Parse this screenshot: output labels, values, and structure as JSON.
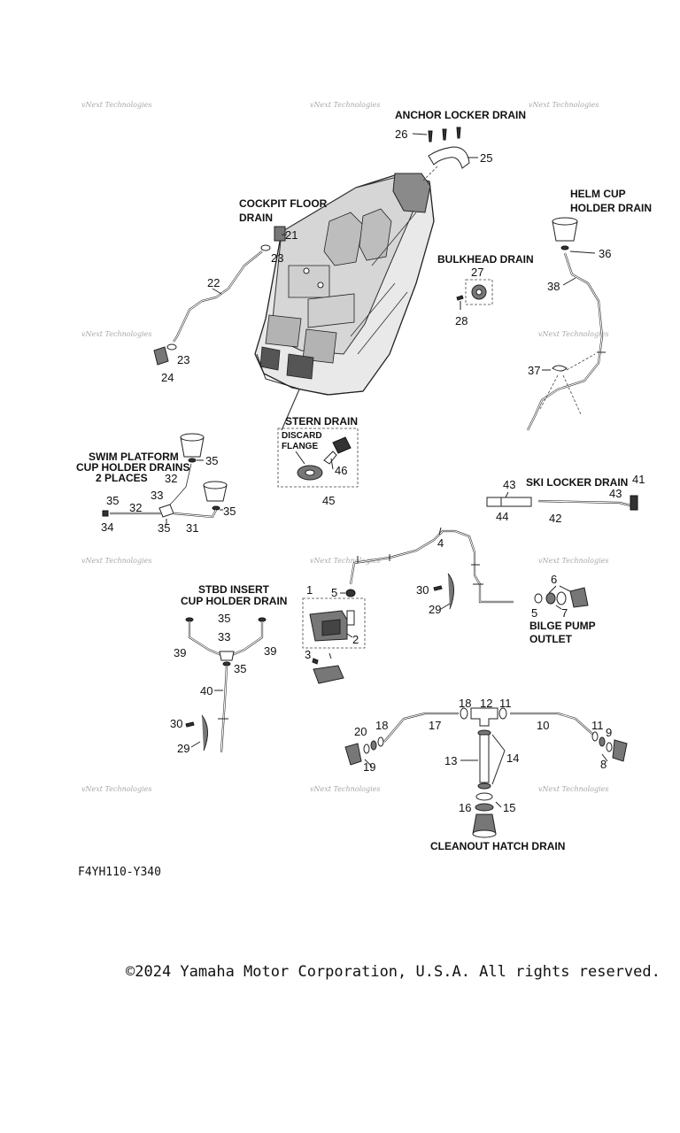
{
  "watermark": {
    "text": "vNext Technologies"
  },
  "sections": {
    "anchor_locker": "ANCHOR LOCKER DRAIN",
    "cockpit_floor_1": "COCKPIT FLOOR",
    "cockpit_floor_2": "DRAIN",
    "helm_cup_1": "HELM CUP",
    "helm_cup_2": "HOLDER DRAIN",
    "bulkhead": "BULKHEAD DRAIN",
    "stern": "STERN DRAIN",
    "discard_1": "DISCARD",
    "discard_2": "FLANGE",
    "swim_platform_1": "SWIM PLATFORM",
    "swim_platform_2": "CUP HOLDER DRAINS",
    "swim_platform_3": "2 PLACES",
    "ski_locker": "SKI LOCKER DRAIN",
    "stbd_insert_1": "STBD INSERT",
    "stbd_insert_2": "CUP HOLDER DRAIN",
    "bilge_pump_1": "BILGE PUMP",
    "bilge_pump_2": "OUTLET",
    "cleanout_hatch": "CLEANOUT HATCH DRAIN"
  },
  "callouts": {
    "c26": "26",
    "c25": "25",
    "c21": "21",
    "c23a": "23",
    "c22": "22",
    "c23b": "23",
    "c24": "24",
    "c36": "36",
    "c38": "38",
    "c37": "37",
    "c27": "27",
    "c28": "28",
    "c46": "46",
    "c45": "45",
    "c35a": "35",
    "c32a": "32",
    "c33a": "33",
    "c35b": "35",
    "c32b": "32",
    "c35c": "35",
    "c34": "34",
    "c35d": "35",
    "c31": "31",
    "c43a": "43",
    "c44": "44",
    "c43b": "43",
    "c41": "41",
    "c42": "42",
    "c4": "4",
    "c1": "1",
    "c5a": "5",
    "c2": "2",
    "c3": "3",
    "c30a": "30",
    "c29a": "29",
    "c6": "6",
    "c5b": "5",
    "c7": "7",
    "c35e": "35",
    "c33b": "33",
    "c39a": "39",
    "c39b": "39",
    "c35f": "35",
    "c40": "40",
    "c30b": "30",
    "c29b": "29",
    "c18a": "18",
    "c12": "12",
    "c11a": "11",
    "c20": "20",
    "c18b": "18",
    "c17": "17",
    "c10": "10",
    "c11b": "11",
    "c9": "9",
    "c19": "19",
    "c8": "8",
    "c13": "13",
    "c14": "14",
    "c16": "16",
    "c15": "15"
  },
  "footer": {
    "figure_id": "F4YH110-Y340",
    "copyright": "©2024 Yamaha Motor Corporation, U.S.A. All rights reserved."
  }
}
